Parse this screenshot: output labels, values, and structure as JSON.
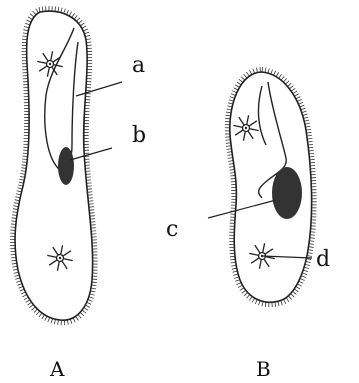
{
  "figure": {
    "organisms": [
      {
        "id": "A",
        "caption": "A",
        "labels": [
          {
            "id": "a",
            "text": "a"
          },
          {
            "id": "b",
            "text": "b"
          }
        ]
      },
      {
        "id": "B",
        "caption": "B",
        "labels": [
          {
            "id": "c",
            "text": "c"
          },
          {
            "id": "d",
            "text": "d"
          }
        ]
      }
    ],
    "colors": {
      "line": "#222222",
      "mass": "#333333",
      "background": "#ffffff"
    }
  }
}
